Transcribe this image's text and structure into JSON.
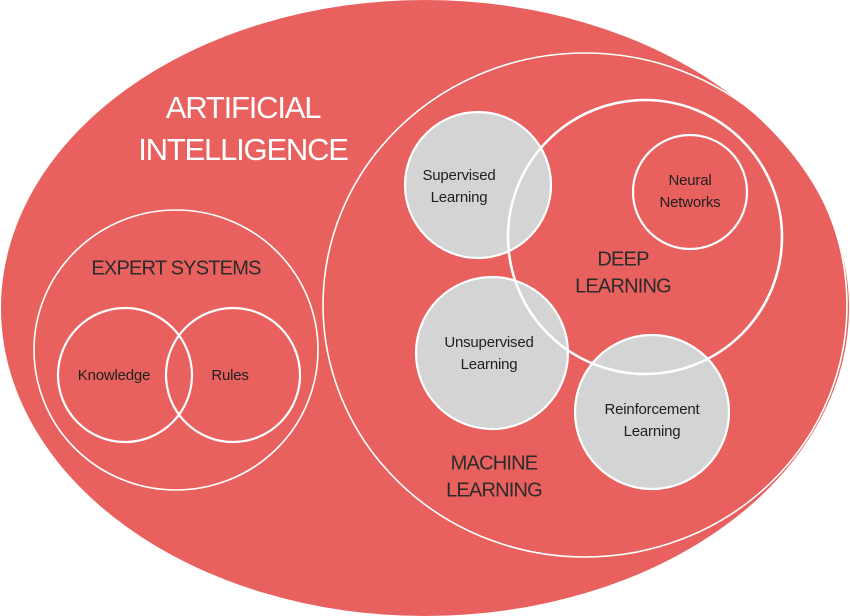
{
  "diagram": {
    "title": "Artificial Intelligence domain hierarchy Venn diagram",
    "colors": {
      "outer_fill": "#e8615e",
      "leaf_fill": "#d4d4d4",
      "outline": "#ffffff",
      "dark_text": "#2b2b2b",
      "light_text": "#ffffff",
      "background": "#ffffff"
    }
  },
  "regions": {
    "artificial_intelligence": {
      "label_line1": "ARTIFICIAL",
      "label_line2": "INTELLIGENCE"
    },
    "expert_systems": {
      "label": "EXPERT SYSTEMS"
    },
    "machine_learning": {
      "label_line1": "MACHINE",
      "label_line2": "LEARNING"
    },
    "deep_learning": {
      "label_line1": "DEEP",
      "label_line2": "LEARNING"
    }
  },
  "leaves": {
    "knowledge": {
      "label": "Knowledge"
    },
    "rules": {
      "label": "Rules"
    },
    "supervised_learning": {
      "label_line1": "Supervised",
      "label_line2": "Learning"
    },
    "unsupervised_learning": {
      "label_line1": "Unsupervised",
      "label_line2": "Learning"
    },
    "reinforcement_learning": {
      "label_line1": "Reinforcement",
      "label_line2": "Learning"
    },
    "neural_networks": {
      "label_line1": "Neural",
      "label_line2": "Networks"
    }
  }
}
